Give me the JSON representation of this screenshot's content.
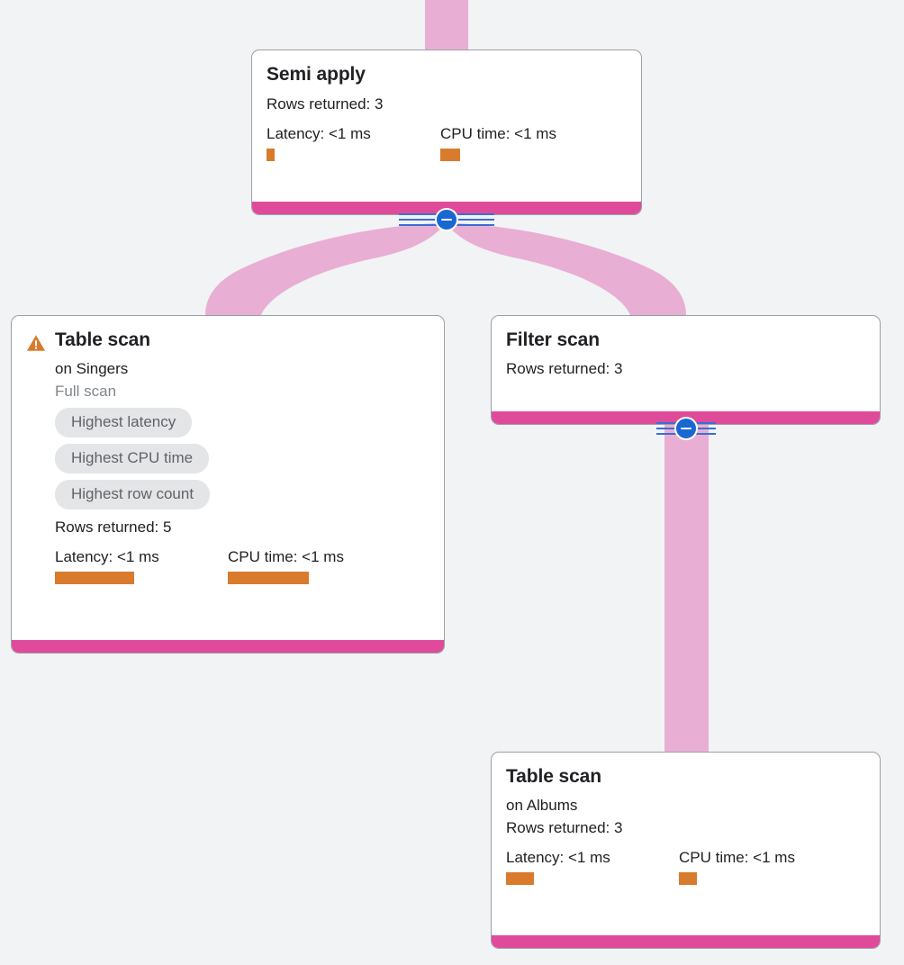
{
  "canvas": {
    "background_color": "#f1f3f4",
    "edge_color": "#e9aed3",
    "accent_color": "#e04a9b",
    "metric_bar_color": "#d97b2d",
    "toggle_color": "#1967d2",
    "warning_color": "#d97b2d"
  },
  "nodes": [
    {
      "id": "semi-apply",
      "title": "Semi apply",
      "rows_returned": "Rows returned: 3",
      "latency_label": "Latency: <1 ms",
      "cpu_label": "CPU time: <1 ms",
      "latency_bar_width": 9,
      "cpu_bar_width": 22
    },
    {
      "id": "table-scan-singers",
      "warning_icon": "warning-triangle-icon",
      "title": "Table scan",
      "subtitle": "on Singers",
      "note": "Full scan",
      "chips": [
        "Highest latency",
        "Highest CPU time",
        "Highest row count"
      ],
      "rows_returned": "Rows returned: 5",
      "latency_label": "Latency: <1 ms",
      "cpu_label": "CPU time: <1 ms",
      "latency_bar_width": 88,
      "cpu_bar_width": 90
    },
    {
      "id": "filter-scan",
      "title": "Filter scan",
      "rows_returned": "Rows returned: 3"
    },
    {
      "id": "table-scan-albums",
      "title": "Table scan",
      "subtitle": "on Albums",
      "rows_returned": "Rows returned: 3",
      "latency_label": "Latency: <1 ms",
      "cpu_label": "CPU time: <1 ms",
      "latency_bar_width": 31,
      "cpu_bar_width": 20
    }
  ],
  "toggles": [
    {
      "id": "toggle-semi-apply",
      "state": "expanded",
      "glyph": "minus-icon"
    },
    {
      "id": "toggle-filter-scan",
      "state": "expanded",
      "glyph": "minus-icon"
    }
  ]
}
